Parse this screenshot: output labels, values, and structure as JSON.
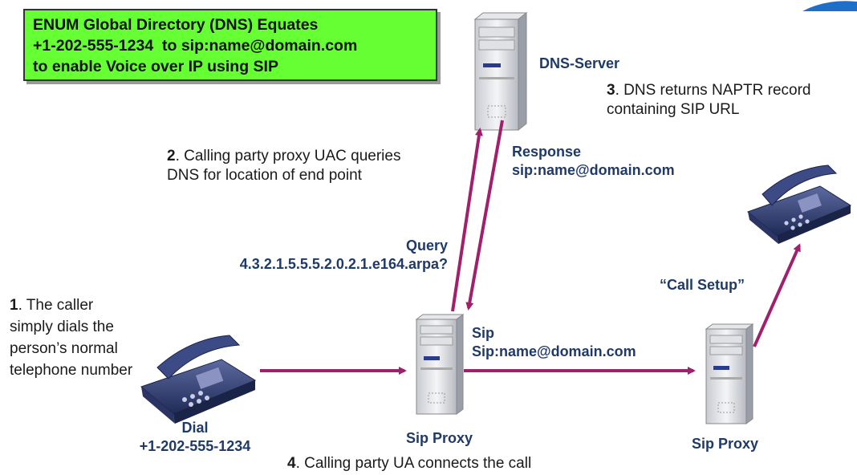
{
  "banner": {
    "line1": "ENUM Global Directory (DNS) Equates",
    "line2": "+1-202-555-1234  to sip:name@domain.com",
    "line3": "to enable Voice over IP using SIP"
  },
  "dns_server_label": "DNS-Server",
  "step3": {
    "num": "3",
    "line1": ". DNS returns NAPTR record",
    "line2": "containing SIP URL"
  },
  "step2": {
    "num": "2",
    "line1": ". Calling party proxy UAC queries",
    "line2": "DNS for location of end point"
  },
  "response": {
    "line1": "Response",
    "line2": "sip:name@domain.com"
  },
  "query": {
    "line1": "Query",
    "line2": "4.3.2.1.5.5.5.2.0.2.1.e164.arpa?"
  },
  "step1": {
    "num": "1",
    "line1": ". The caller",
    "line2": "simply dials the",
    "line3": "person’s normal",
    "line4": "telephone number"
  },
  "call_setup": "“Call Setup”",
  "sip": {
    "line1": "Sip",
    "line2": "Sip:name@domain.com"
  },
  "dial": {
    "line1": "Dial",
    "line2": "+1-202-555-1234"
  },
  "sip_proxy_left": "Sip Proxy",
  "sip_proxy_right": "Sip Proxy",
  "step4": {
    "num": "4",
    "text": ". Calling party UA connects the call"
  },
  "colors": {
    "arrow": "#a0206e",
    "banner_bg": "#66ff33",
    "label_blue": "#1f3a68",
    "phone": "#2e3a6e"
  },
  "icons": [
    "server-icon",
    "telephone-icon",
    "corner-logo"
  ]
}
